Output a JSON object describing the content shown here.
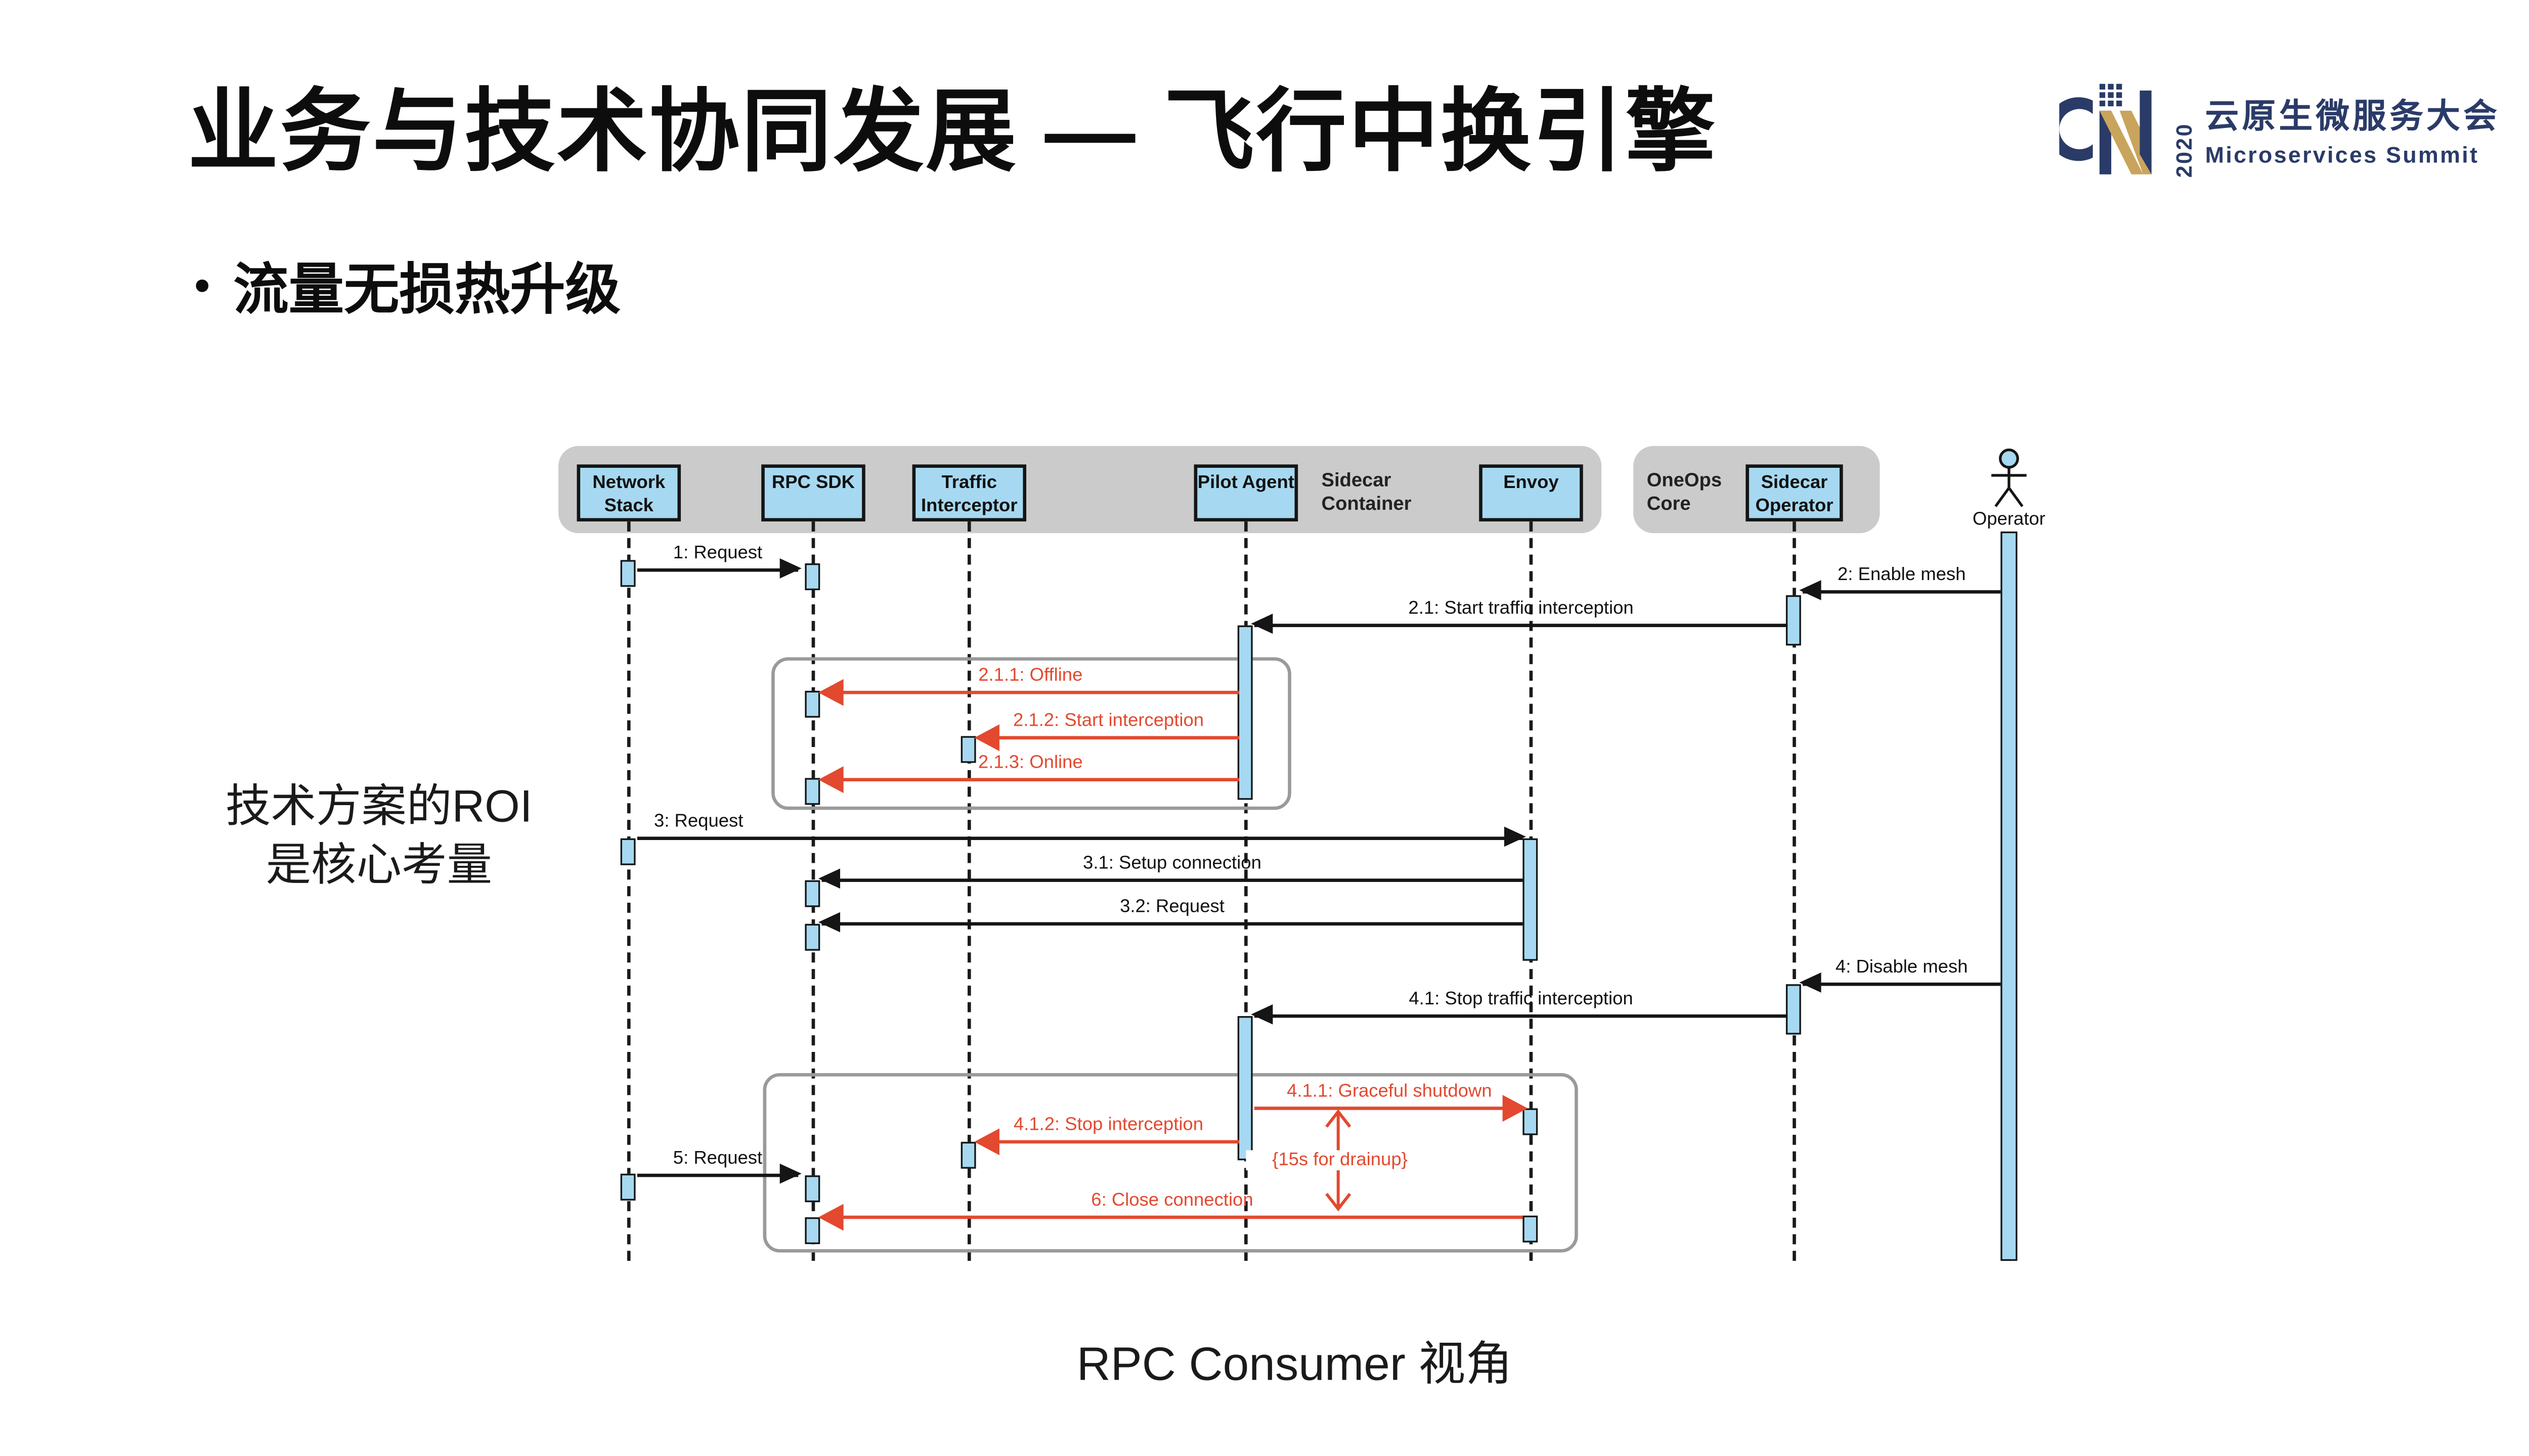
{
  "slide": {
    "title": "业务与技术协同发展 — 飞行中换引擎",
    "bullet_marker": "•",
    "bullet": "流量无损热升级",
    "side_note_line1": "技术方案的ROI",
    "side_note_line2": "是核心考量",
    "caption": "RPC Consumer 视角"
  },
  "logo": {
    "year": "2020",
    "title_cn": "云原生微服务大会",
    "title_en": "Microservices  Summit",
    "navy": "#2a3b68",
    "gold": "#c9a45c"
  },
  "diagram": {
    "containers": [
      {
        "label": "Sidecar Container"
      },
      {
        "label": "OneOps Core"
      }
    ],
    "participants": [
      {
        "label": "Network Stack"
      },
      {
        "label": "RPC SDK"
      },
      {
        "label": "Traffic Interceptor"
      },
      {
        "label": "Pilot Agent"
      },
      {
        "label": "Envoy"
      },
      {
        "label": "Sidecar Operator"
      }
    ],
    "actor": {
      "label": "Operator"
    },
    "messages": [
      {
        "label": "1: Request",
        "color": "black",
        "direction": "right"
      },
      {
        "label": "2: Enable mesh",
        "color": "black",
        "direction": "left"
      },
      {
        "label": "2.1: Start traffic interception",
        "color": "black",
        "direction": "left"
      },
      {
        "label": "2.1.1: Offline",
        "color": "red",
        "direction": "left"
      },
      {
        "label": "2.1.2: Start interception",
        "color": "red",
        "direction": "left"
      },
      {
        "label": "2.1.3: Online",
        "color": "red",
        "direction": "left"
      },
      {
        "label": "3: Request",
        "color": "black",
        "direction": "right"
      },
      {
        "label": "3.1: Setup connection",
        "color": "black",
        "direction": "left"
      },
      {
        "label": "3.2: Request",
        "color": "black",
        "direction": "left"
      },
      {
        "label": "4: Disable mesh",
        "color": "black",
        "direction": "left"
      },
      {
        "label": "4.1: Stop traffic interception",
        "color": "black",
        "direction": "left"
      },
      {
        "label": "4.1.1: Graceful shutdown",
        "color": "red",
        "direction": "right"
      },
      {
        "label": "4.1.2: Stop interception",
        "color": "red",
        "direction": "left"
      },
      {
        "label": "5: Request",
        "color": "black",
        "direction": "right"
      },
      {
        "label": "6: Close connection",
        "color": "red",
        "direction": "left"
      }
    ],
    "annotation": "{15s for drainup}",
    "colors": {
      "participant_fill": "#a6d9f1",
      "container_fill": "#cbcbcb",
      "message_red": "#e2492f",
      "frame_border": "#9a9a9a"
    }
  }
}
